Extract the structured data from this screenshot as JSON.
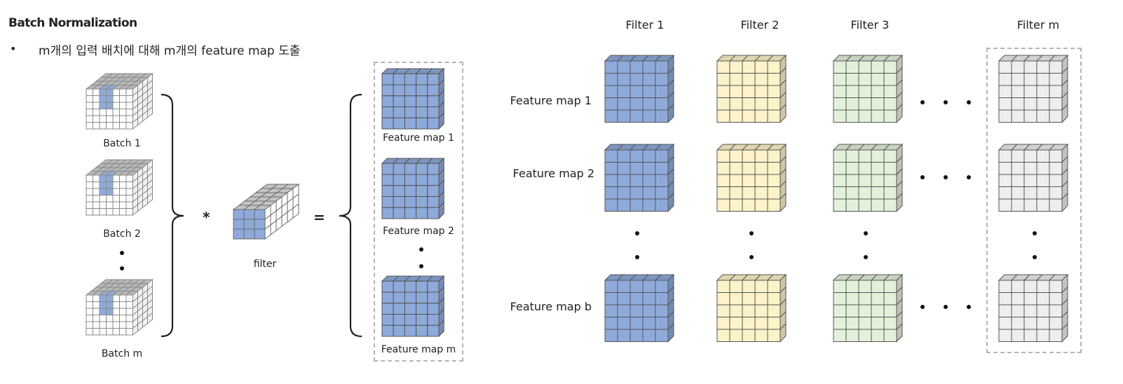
{
  "header": {
    "title": "Batch Normalization",
    "bullet": "•",
    "subtitle": "m개의 입력 배치에 대해 m개의 feature map 도출"
  },
  "left": {
    "batches": [
      "Batch 1",
      "Batch 2",
      "Batch m"
    ],
    "conv_symbol": "*",
    "equals_symbol": "=",
    "filter_label": "filter",
    "feature_maps": [
      "Feature map 1",
      "Feature map 2",
      "Feature map m"
    ]
  },
  "right": {
    "filters": [
      "Filter 1",
      "Filter 2",
      "Filter 3",
      "Filter m"
    ],
    "rows": [
      "Feature map 1",
      "Feature map 2",
      "Feature map b"
    ]
  },
  "colors": {
    "blue": "#8eaadb",
    "yellow": "#fdf3c8",
    "green": "#e3f1da",
    "gray": "#eeeeee",
    "input_white": "#ffffff",
    "input_top": "#b8b8b8"
  }
}
